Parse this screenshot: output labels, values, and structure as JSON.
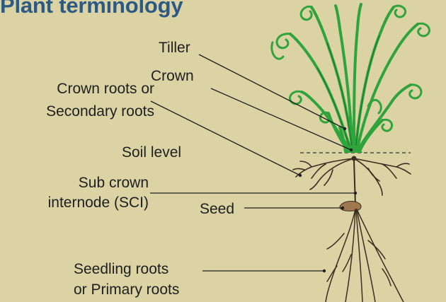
{
  "title": "Plant terminology",
  "labels": {
    "tiller": "Tiller",
    "crown": "Crown",
    "crown_roots_1": "Crown roots or",
    "crown_roots_2": "Secondary roots",
    "soil_level": "Soil level",
    "sci_1": "Sub crown",
    "sci_2": "internode (SCI)",
    "seed": "Seed",
    "seedling_1": "Seedling roots",
    "seedling_2": "or Primary roots"
  },
  "colors": {
    "background": "#dcd3a5",
    "title": "#2d5a84",
    "leaf": "#2fa43c",
    "root": "#3a2e22",
    "seed": "#a07850"
  }
}
